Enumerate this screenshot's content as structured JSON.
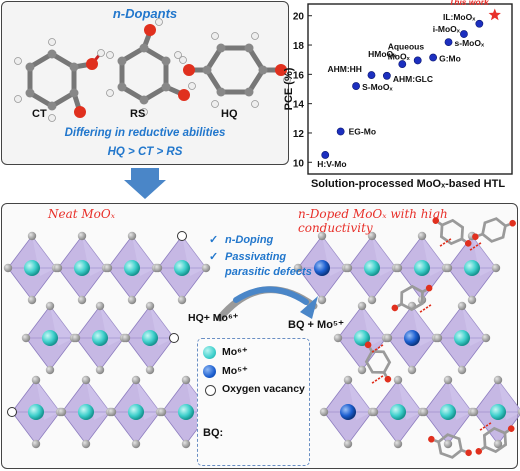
{
  "dopants_panel": {
    "title": "n-Dopants",
    "molecules": [
      {
        "label": "CT"
      },
      {
        "label": "RS"
      },
      {
        "label": "HQ"
      }
    ],
    "note_line1": "Differing in reductive abilities",
    "note_line2": "HQ > CT > RS"
  },
  "chart_data": {
    "type": "scatter",
    "title": "",
    "xlabel": "",
    "ylabel": "PCE (%)",
    "caption": "Solution-processed MoOₓ-based HTL",
    "ylim": [
      9.2,
      20.8
    ],
    "yticks": [
      "10",
      "12",
      "14",
      "16",
      "18",
      "20"
    ],
    "points": [
      {
        "label": "H:V-Mo",
        "x": 1,
        "y": 10.5
      },
      {
        "label": "EG-Mo",
        "x": 2,
        "y": 12.1
      },
      {
        "label": "S-MoOₓ",
        "x": 3,
        "y": 15.2
      },
      {
        "label": "AHM:HH",
        "x": 4,
        "y": 15.95
      },
      {
        "label": "AHM:GLC",
        "x": 5,
        "y": 15.9
      },
      {
        "label": "HMoOₓ",
        "x": 6,
        "y": 16.7
      },
      {
        "label": "Aqueous MoOₓ",
        "x": 7,
        "y": 16.95
      },
      {
        "label": "G:Mo",
        "x": 8,
        "y": 17.15
      },
      {
        "label": "s-MoOₓ",
        "x": 9,
        "y": 18.2
      },
      {
        "label": "i-MoOₓ",
        "x": 10,
        "y": 18.75
      },
      {
        "label": "IL:MoOₓ",
        "x": 11,
        "y": 19.45
      },
      {
        "label": "This work",
        "x": 12,
        "y": 20.05
      }
    ],
    "highlight": "This work",
    "colors": {
      "point": "#1c2fbf",
      "highlight": "#e8302a"
    }
  },
  "bottom_panel": {
    "left_title": "Neat MoOₓ",
    "right_title": "n-Doped MoOₓ with high conductivity",
    "checks": [
      "n-Doping",
      "Passivating",
      "parasitic defects"
    ],
    "reaction_left": "HQ+ Mo⁶⁺",
    "reaction_right": "BQ + Mo⁵⁺",
    "legend": [
      {
        "label": "Mo⁶⁺",
        "color": "#3fd0cc"
      },
      {
        "label": "Mo⁵⁺",
        "color": "#1c5fd0"
      },
      {
        "label": "Oxygen vacancy",
        "color": "#ffffff"
      }
    ],
    "bq_label": "BQ:",
    "check_icon": "checkmark"
  },
  "colors": {
    "blue_text": "#2277cc",
    "red_text": "#e8302a",
    "arrow": "#4a86c8",
    "octahedron": "#b5a3dc"
  }
}
